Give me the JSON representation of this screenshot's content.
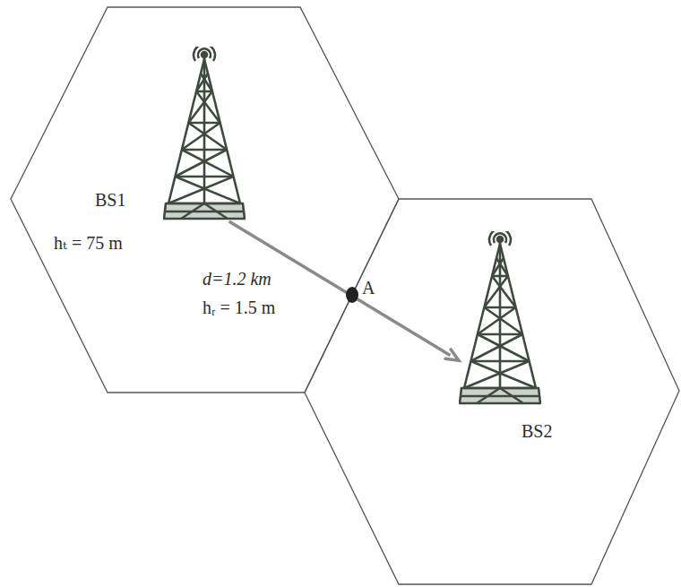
{
  "diagram": {
    "nodes": [
      {
        "text": [
          "BS1",
          "hₜ = 75 m"
        ]
      },
      {
        "text": [
          "BS2"
        ]
      }
    ],
    "edges": [
      {
        "from": 0,
        "to": 1,
        "arrow": "to"
      }
    ],
    "labels": [
      "d=1.2 km",
      "hᵣ = 1.5 m",
      "A"
    ]
  }
}
